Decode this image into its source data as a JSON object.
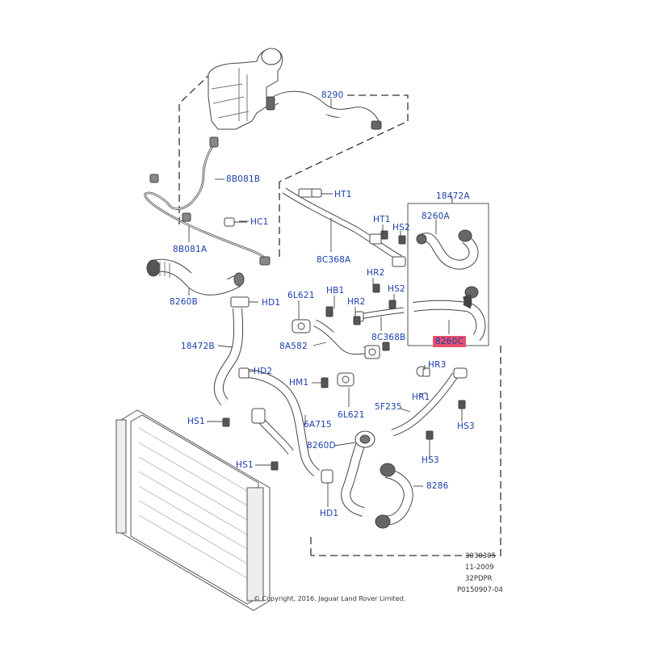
{
  "labels": {
    "l8290": "8290",
    "l8B081B": "8B081B",
    "lHT1_top": "HT1",
    "lHC1": "HC1",
    "l18472A": "18472A",
    "l8260A": "8260A",
    "lHT1_mid": "HT1",
    "lHS2_top": "HS2",
    "l8B081A": "8B081A",
    "l8C368A": "8C368A",
    "l8260B": "8260B",
    "lHR2_top": "HR2",
    "lHD1_top": "HD1",
    "l6L621_top": "6L621",
    "lHB1": "HB1",
    "lHS2_mid": "HS2",
    "lHR2_mid": "HR2",
    "l8C368B": "8C368B",
    "l8260C": "8260C",
    "l18472B": "18472B",
    "l8A582": "8A582",
    "lHR3": "HR3",
    "lHD2": "HD2",
    "lHM1": "HM1",
    "lHR1": "HR1",
    "l5F235": "5F235",
    "lHS1_top": "HS1",
    "l6L621_bot": "6L621",
    "l6A715": "6A715",
    "lHS3_top": "HS3",
    "l8260D": "8260D",
    "lHS1_bot": "HS1",
    "lHS3_bot": "HS3",
    "l8286": "8286",
    "lHD1_bot": "HD1"
  },
  "meta": {
    "code": "3030305",
    "date": "11-2009",
    "ref": "32PDPR",
    "part": "P0150907-04",
    "copyright": "© Copyright, 2016. Jaguar Land Rover Limited."
  },
  "colors": {
    "label": "#1a3faa",
    "highlight": "#e8506e",
    "line": "#444444"
  }
}
